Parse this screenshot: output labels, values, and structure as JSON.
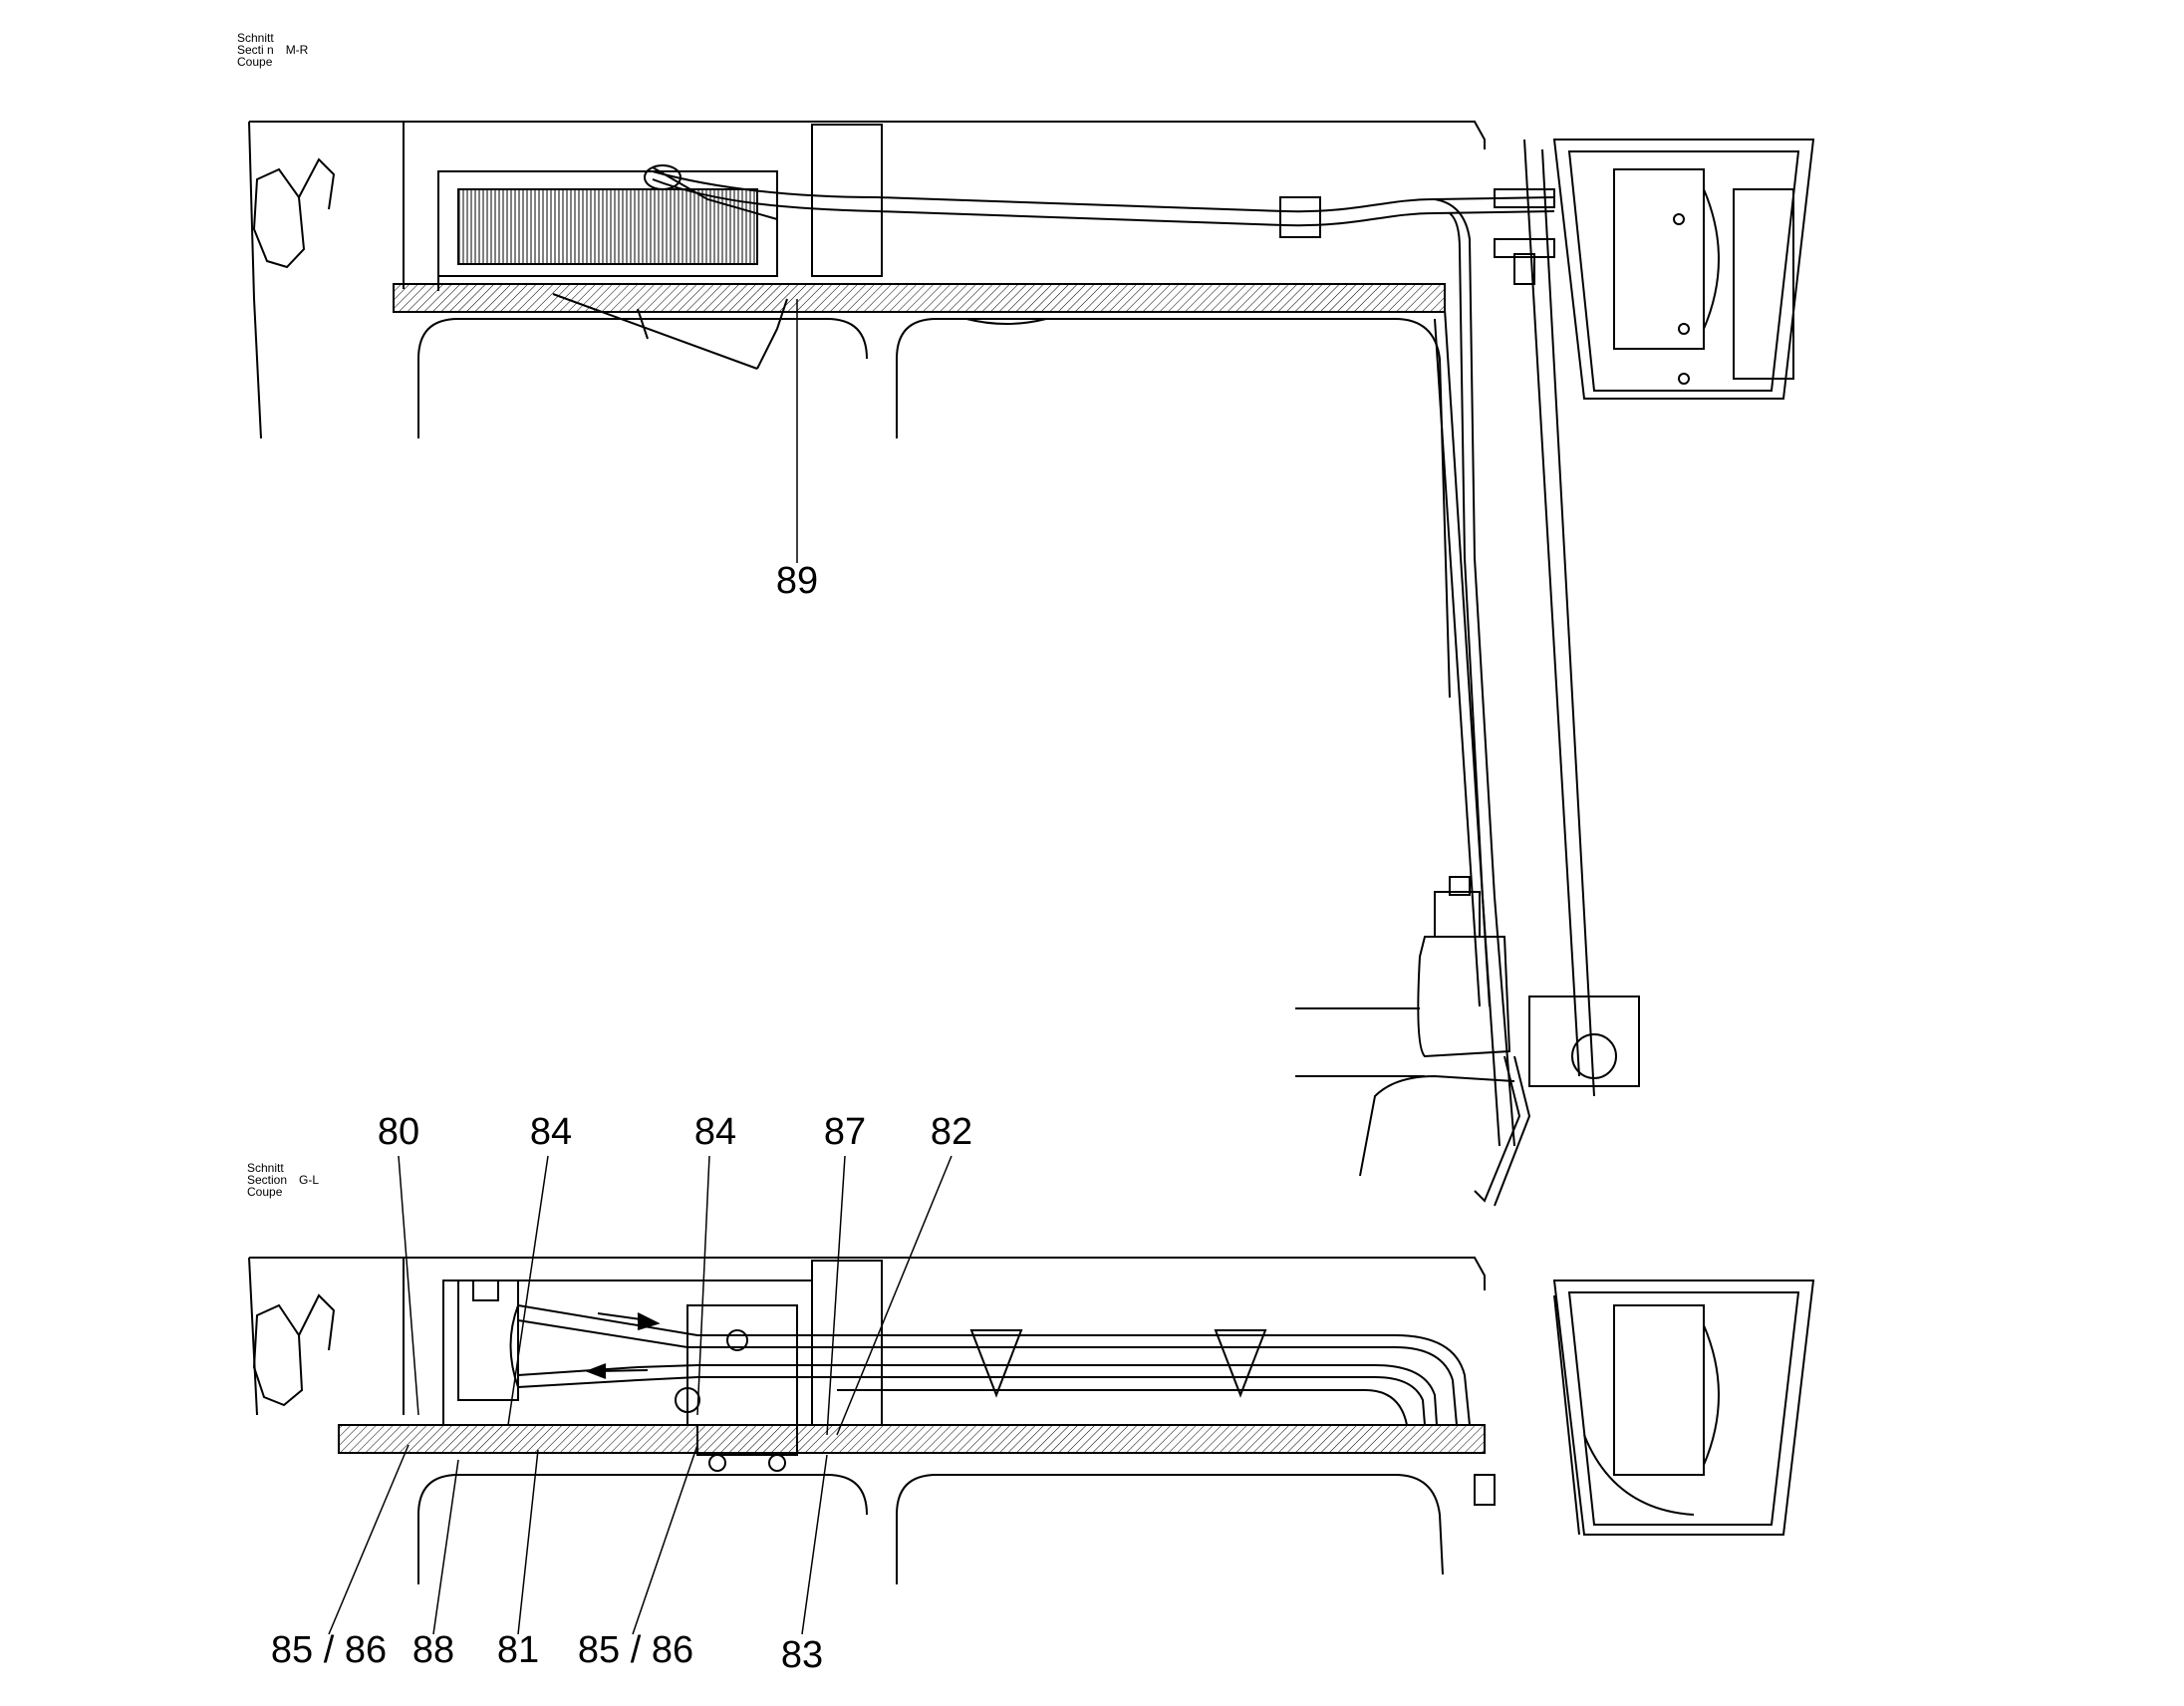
{
  "section_top": {
    "label_lines": [
      "Schnitt",
      "Secti n",
      "Coupe"
    ],
    "section_id": "M-R"
  },
  "section_bottom": {
    "label_lines": [
      "Schnitt",
      "Section",
      "Coupe"
    ],
    "section_id": "G-L"
  },
  "callouts": {
    "c89": "89",
    "c80": "80",
    "c84a": "84",
    "c84b": "84",
    "c87": "87",
    "c82": "82",
    "c85_86a": "85 / 86",
    "c88": "88",
    "c81": "81",
    "c85_86b": "85 / 86",
    "c83": "83"
  }
}
